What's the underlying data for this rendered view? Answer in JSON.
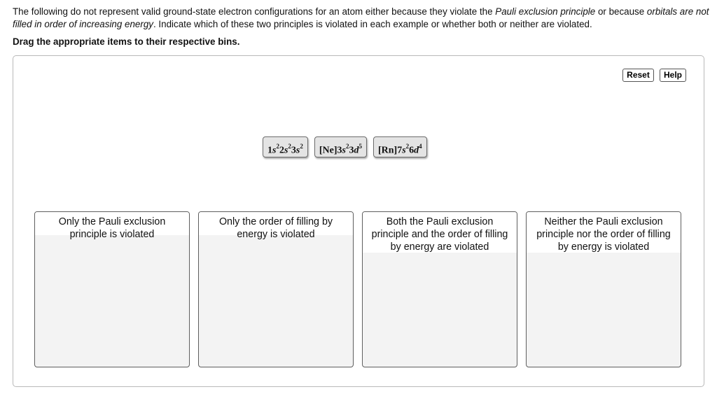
{
  "intro": {
    "part1": "The following do not represent valid ground-state electron configurations for an atom either because they violate the ",
    "pauli": "Pauli exclusion principle",
    "part2": " or because ",
    "orbitals": "orbitals are not filled in order of increasing energy",
    "part3": ". Indicate which of these two principles is violated in each example or whether both or neither are violated."
  },
  "instruction": "Drag the appropriate items to their respective bins.",
  "toolbar": {
    "reset_label": "Reset",
    "help_label": "Help"
  },
  "items": [
    {
      "parts": [
        [
          "1",
          "s",
          "2"
        ],
        [
          "2",
          "s",
          "2"
        ],
        [
          "3",
          "s",
          "2"
        ]
      ]
    },
    {
      "core": "[Ne]",
      "parts": [
        [
          "3",
          "s",
          "2"
        ],
        [
          "3",
          "d",
          "5"
        ]
      ]
    },
    {
      "core": "[Rn]",
      "parts": [
        [
          "7",
          "s",
          "2"
        ],
        [
          "6",
          "d",
          "4"
        ]
      ]
    }
  ],
  "bins": [
    {
      "label": "Only the Pauli exclusion principle is violated"
    },
    {
      "label": "Only the order of filling by energy is violated"
    },
    {
      "label": "Both the Pauli exclusion principle and the order of filling by energy are violated"
    },
    {
      "label": "Neither the Pauli exclusion principle nor the order of filling by energy is violated"
    }
  ]
}
